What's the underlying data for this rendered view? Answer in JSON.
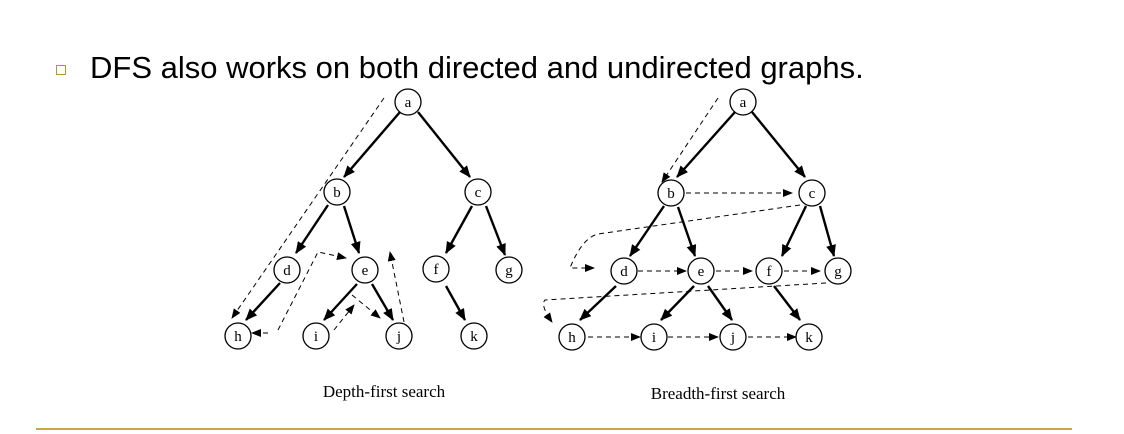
{
  "slide": {
    "bullet_text": "DFS also works on both directed and undirected graphs.",
    "accent_color": "#c9a743"
  },
  "dfs": {
    "caption": "Depth-first search",
    "nodes": {
      "a": "a",
      "b": "b",
      "c": "c",
      "d": "d",
      "e": "e",
      "f": "f",
      "g": "g",
      "h": "h",
      "i": "i",
      "j": "j",
      "k": "k"
    }
  },
  "bfs": {
    "caption": "Breadth-first search",
    "nodes": {
      "a": "a",
      "b": "b",
      "c": "c",
      "d": "d",
      "e": "e",
      "f": "f",
      "g": "g",
      "h": "h",
      "i": "i",
      "j": "j",
      "k": "k"
    }
  }
}
